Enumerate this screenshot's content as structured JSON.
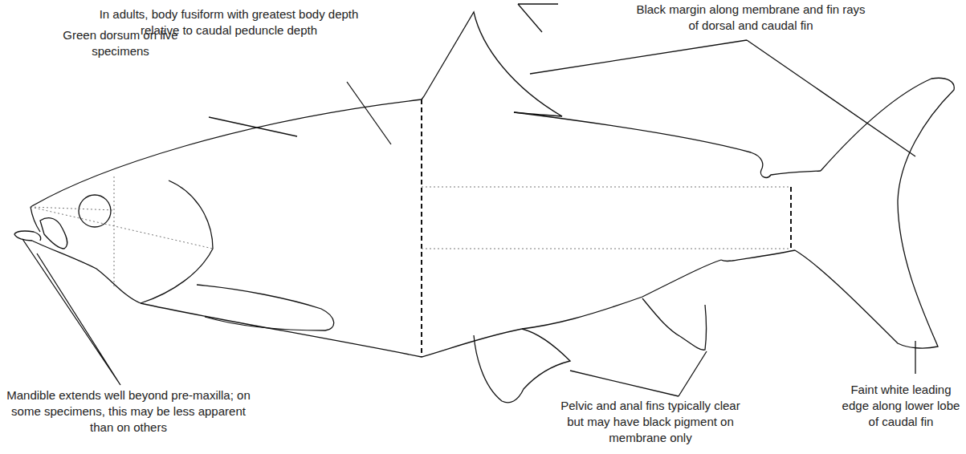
{
  "diagram": {
    "labels": [
      "In adults, body fusiform with greatest body depth relative to caudal peduncle depth",
      "Green dorsum on live specimens",
      "Black margin along membrane and fin rays of dorsal and caudal fin",
      "Mandible extends well beyond pre-maxilla; on some specimens, this may be less apparent than on others",
      "Pelvic and anal fins typically clear but may have black pigment on membrane only",
      "Faint white leading edge along lower lobe of caudal fin"
    ]
  }
}
